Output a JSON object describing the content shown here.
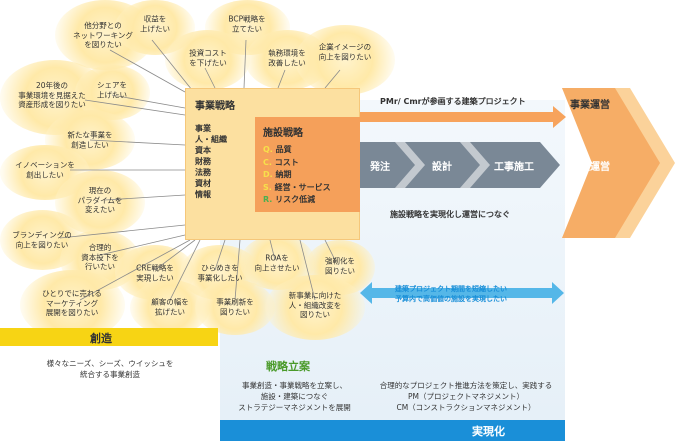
{
  "wishes": [
    {
      "id": "w1",
      "text": "他分野との\nネットワーキング\nを図りたい"
    },
    {
      "id": "w2",
      "text": "収益を\n上げたい"
    },
    {
      "id": "w3",
      "text": "BCP戦略を\n立てたい"
    },
    {
      "id": "w4",
      "text": "投資コスト\nを下げたい"
    },
    {
      "id": "w5",
      "text": "執務環境を\n改善したい"
    },
    {
      "id": "w6",
      "text": "企業イメージの\n向上を図りたい"
    },
    {
      "id": "w7",
      "text": "20年後の\n事業環境を見据えた\n資産形成を図りたい"
    },
    {
      "id": "w8",
      "text": "シェアを\n上げたい"
    },
    {
      "id": "w9",
      "text": "新たな事業を\n創造したい"
    },
    {
      "id": "w10",
      "text": "イノベーションを\n創出したい"
    },
    {
      "id": "w11",
      "text": "現在の\nパラダイムを\n変えたい"
    },
    {
      "id": "w12",
      "text": "ブランディングの\n向上を図りたい"
    },
    {
      "id": "w13",
      "text": "合理的\n資本投下を\n行いたい"
    },
    {
      "id": "w14",
      "text": "CRE戦略を\n実現したい"
    },
    {
      "id": "w15",
      "text": "ひらめきを\n事業化したい"
    },
    {
      "id": "w16",
      "text": "ROAを\n向上させたい"
    },
    {
      "id": "w17",
      "text": "強靭化を\n図りたい"
    },
    {
      "id": "w18",
      "text": "ひとりでに売れる\nマーケティング\n展開を図りたい"
    },
    {
      "id": "w19",
      "text": "顧客の幅を\n拡げたい"
    },
    {
      "id": "w20",
      "text": "事業刷新を\n図りたい"
    },
    {
      "id": "w21",
      "text": "新事業に向けた\n人・組織改変を\n図りたい"
    }
  ],
  "business_strategy": {
    "title": "事業戦略",
    "items": [
      "事業",
      "人・組織",
      "資本",
      "財務",
      "法務",
      "資材",
      "情報"
    ]
  },
  "facility_strategy": {
    "title": "施設戦略",
    "items": [
      {
        "marker": "Q.",
        "label": "品質"
      },
      {
        "marker": "C.",
        "label": "コスト"
      },
      {
        "marker": "D.",
        "label": "納期"
      },
      {
        "marker": "S.",
        "label": "経営・サービス"
      },
      {
        "marker": "R.",
        "label": "リスク低減"
      }
    ]
  },
  "pm_arrow_label": "PMr/ Cmrが参画する建築プロジェクト",
  "phases": [
    "発注",
    "設計",
    "工事施工"
  ],
  "operation": {
    "business": "事業運営",
    "facility": "施設運営"
  },
  "realize_text": "施設戦略を実現化し運営につなぐ",
  "shorten_text": "建築プロジェクト期間を短縮したい\n予算内で高価値の施設を実現したい",
  "souzou": {
    "label": "創造",
    "desc": "様々なニーズ、シーズ、ウイッシュを\n統合する事業創造"
  },
  "senryaku": {
    "label": "戦略立案",
    "desc": "事業創造・事業戦略を立案し、\n施設・建築につなぐ\nストラテジーマネジメントを展開"
  },
  "jitsugen": {
    "label": "実現化",
    "desc": "合理的なプロジェクト推進方法を策定し、実践する\nPM（プロジェクトマネジメント）\nCM（コンストラクションマネジメント）"
  },
  "colors": {
    "orange": "#f5a05a",
    "light_orange": "#fad7a0",
    "cream": "#fce0a0",
    "green": "#7bb342",
    "blue": "#1a8fd8",
    "gray": "#7a8896",
    "yellow": "#f7d414"
  }
}
